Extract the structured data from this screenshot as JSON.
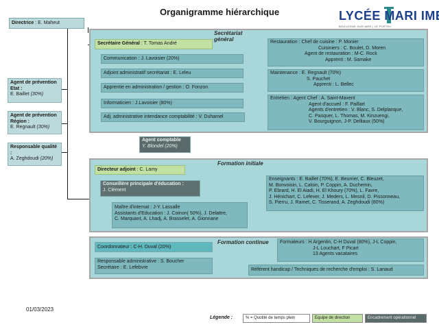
{
  "title": "Organigramme hiérarchique",
  "logo": {
    "text": "LYCÉE MARI IME",
    "sub": "BOULOGNE-SUR-MER | LE PORTEL"
  },
  "directrice": {
    "label": "Directrice",
    "name": "E. Maheut"
  },
  "side": [
    {
      "title": "Agent de prévention Etat :",
      "name": "E. Baillet",
      "note": "(30%)"
    },
    {
      "title": "Agent de prévention Région :",
      "name": "E. Regnault",
      "note": "(30%)"
    },
    {
      "title": "Responsable qualité :",
      "name": "A. Zeghdoudi",
      "note": "(20%)"
    }
  ],
  "secretariat": {
    "title": "Secrétariat général",
    "sg": {
      "label": "Secrétaire Général",
      "name": "T. Tomas André"
    },
    "items": [
      {
        "text": "Communication : J. Lavoisier (20%)"
      },
      {
        "text": "Adjoint administratif secrétariat : E. Leleu"
      },
      {
        "text": "Apprentie en administration / gestion : O. Fonzon"
      },
      {
        "text": "Informaticien : J.Lavoisier (80%)"
      },
      {
        "text": "Adj. administrative intendance comptabilité : V. Duhamel"
      }
    ],
    "restauration": [
      "Restauration : Chef de cuisine : P. Monier",
      "Cuisiniers : C. Boulet, D. Moren",
      "Agent de restauration : M-C. Rock",
      "Apprenti : M. Samake"
    ],
    "maintenance": [
      "Maintenance : E. Regnault (70%)",
      "S. Pauchet",
      "Apprenti : L. Bellec"
    ],
    "entretien": [
      "Entretien : Agent Chef : A. Saint-Maxent",
      "Agent d'accueil : F. Paillart",
      "Agents d'entretien : V. Blanc, S. Delplanque,",
      "C. Pasquer, L. Thomas, M. Kinzuengi,",
      "V. Bourguignon, J-P. Delliaux (50%)"
    ],
    "comptable": {
      "label": "Agent comptable",
      "name": "Y. Blondel (20%)"
    }
  },
  "formation_initiale": {
    "title": "Formation initiale",
    "adjoint": {
      "label": "Directeur adjoint",
      "name": "C. Lamy"
    },
    "cpe": {
      "label": "Conseillère principale d'éducation :",
      "name": "J. Clément"
    },
    "vie_scolaire": [
      "Maître d'internat : J-Y. Lassalle",
      "Assistants d'Education : J. Coinon( 50%), J. Delattre,",
      "C. Marquant, A. Lhadj, A. Brasselet, A. Gionnane"
    ],
    "enseignants": [
      "Enseignants : E. Baillet (70%), E. Beurrier, C. Bleuzet,",
      "M. Bonvoisin, L. Caloin, P. Coppin, A. Duchemin,",
      "P. Ebrard, H. El Aiadi, H. El Khoury (70%), L. Favre,",
      "J. Hénichart, C. Lefever, J. Meders, L. Mesnil, D. Pissonneau,",
      "S. Pierru, J. Ramet, C. Tisserand, A. Zeghdoudi (80%)"
    ]
  },
  "formation_continue": {
    "title": "Formation continue",
    "coordonnateur": "Coordonnateur : C-H. Duval (20%)",
    "responsable": [
      "Responsable administrative : S. Boucher",
      "Secrétaire : E. Lefebvre"
    ],
    "formateurs": [
      "Formateurs : H Argentin, C-H Duval (80%), J-L Coppin,",
      "J-L Louchart, F Picart",
      "13 Agents vacataires"
    ],
    "handicap": "Référent handicap / Techniques de recherche d'emploi : S. Lanaud"
  },
  "date": "01/03/2023",
  "legend": {
    "label": "Légende :",
    "items": [
      "% = Quotité de temps plein",
      "Equipe de direction",
      "Encadrement opérationnel"
    ]
  },
  "colors": {
    "section": "#a9d6d8",
    "direction": "#c3e0a4",
    "encadrement": "#5a6a6a",
    "box": "#9dcdd1"
  }
}
